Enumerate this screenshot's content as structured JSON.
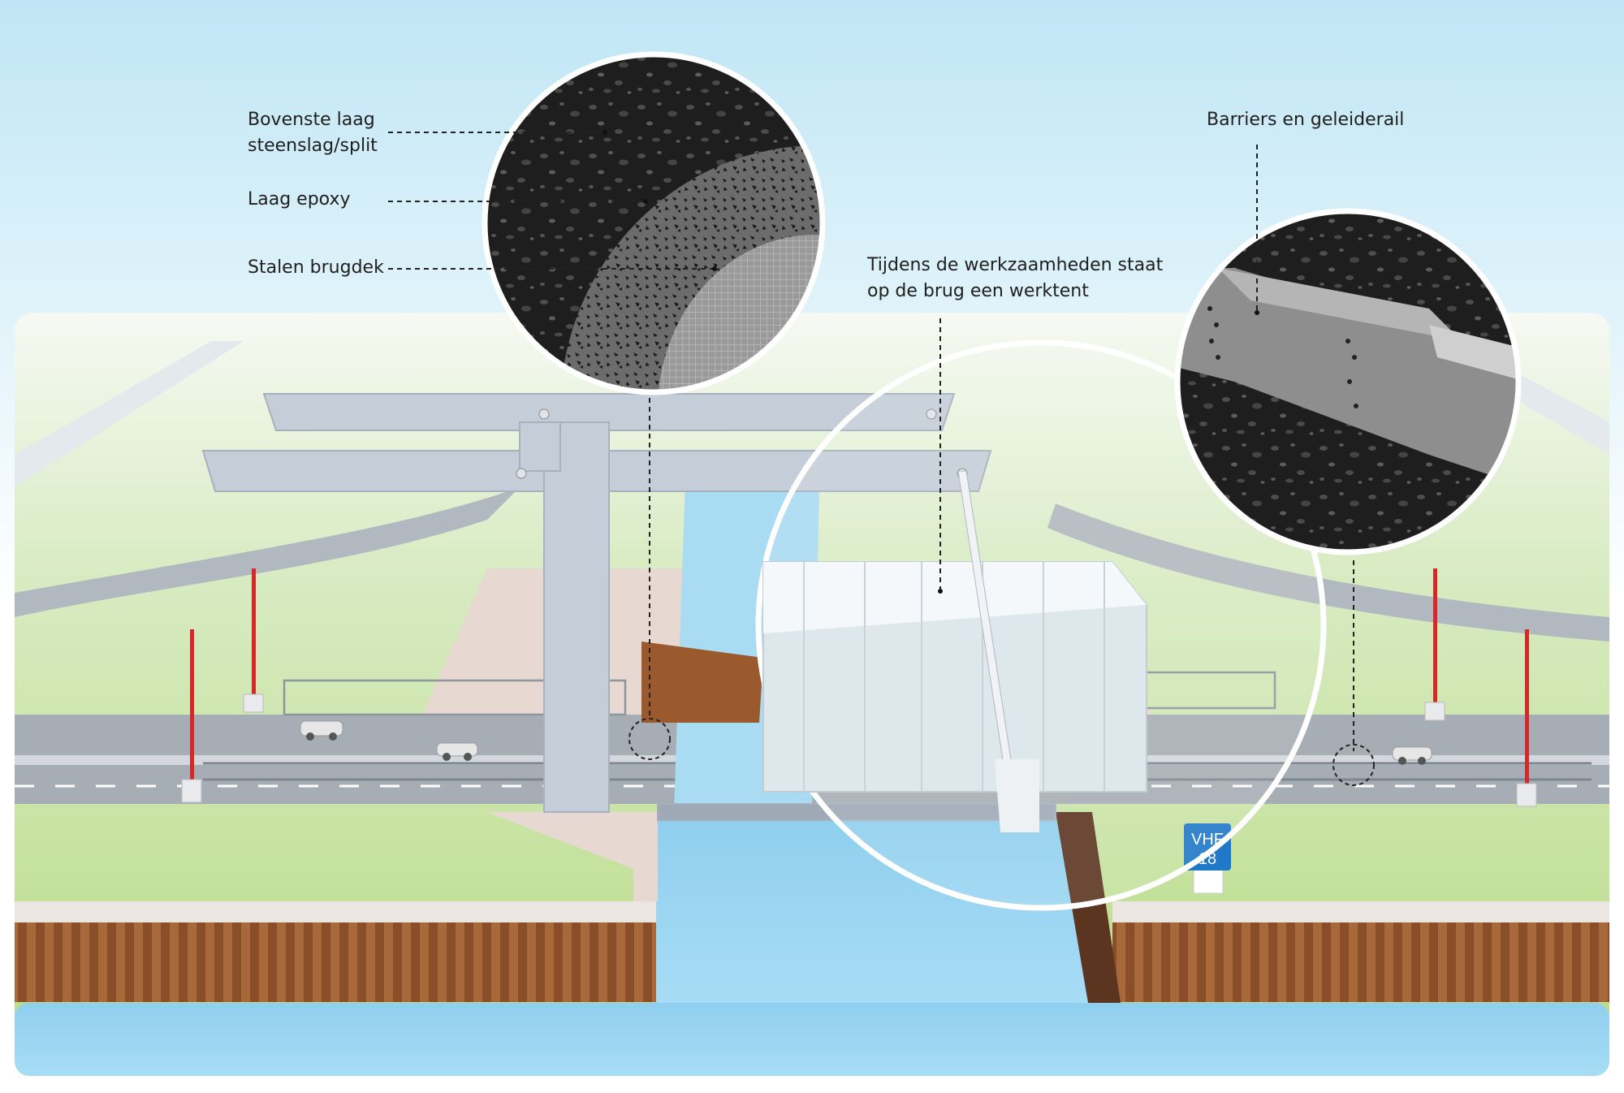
{
  "labels": {
    "top_layer": [
      "Bovenste laag",
      "steenslag/split"
    ],
    "epoxy_layer": "Laag epoxy",
    "steel_deck": "Stalen brugdek",
    "work_tent": [
      "Tijdens de werkzaamheden staat",
      "op de brug een werktent"
    ],
    "barriers": "Barriers en geleiderail"
  },
  "sign": {
    "line1": "VHF",
    "line2": "18",
    "color": "#1f78c8"
  },
  "colors": {
    "sky_top": "#bfe6f5",
    "grass": "#bfdc8c",
    "water": "#9dd6f3",
    "road": "#a7adb5",
    "bridge_steel": "#c5cdd9",
    "sheet_piling": "#8a4f28",
    "asphalt": "#2a2a2a"
  }
}
